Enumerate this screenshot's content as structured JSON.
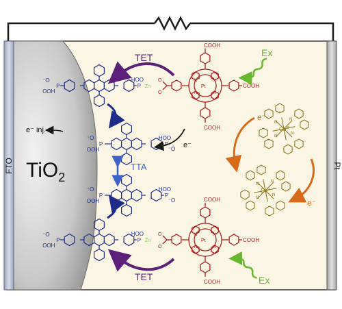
{
  "electrodes": {
    "left": "FTO",
    "right": "Pt"
  },
  "semiconductor": {
    "name": "TiO",
    "subscript": "2"
  },
  "processes": {
    "tet_top": "TET",
    "tet_bottom": "TET",
    "tta": "TTA",
    "injection": "e⁻ inj.",
    "electron_to_dye": "e⁻",
    "electron_to_co_top": "e⁻",
    "electron_to_co_bottom": "e⁻",
    "excitation_top": "Ex",
    "excitation_bottom": "Ex"
  },
  "molecule_labels": {
    "cooh": "COOH",
    "hoo": "HOO",
    "p": "P",
    "o_minus": "⁻O",
    "ooh": "OOH",
    "zn": "Zn",
    "pt": "Pt",
    "n": "N",
    "co_iii": "Co",
    "co_iii_sup": "III",
    "co_ii": "Co",
    "co_ii_sup": "II"
  },
  "colors": {
    "anthracene": "#1f2d8a",
    "porphyrin": "#b01e1e",
    "cobalt_complex": "#8f7a1e",
    "tet_arrow": "#5c1f7a",
    "tta_arrow": "#3d63c9",
    "electron_arrow": "#d86a1a",
    "excitation": "#66b82e",
    "zn": "#77c247",
    "background": "#fbf6e4",
    "tio2": "#c8c8c8",
    "electrode": "#c4ccdc"
  }
}
